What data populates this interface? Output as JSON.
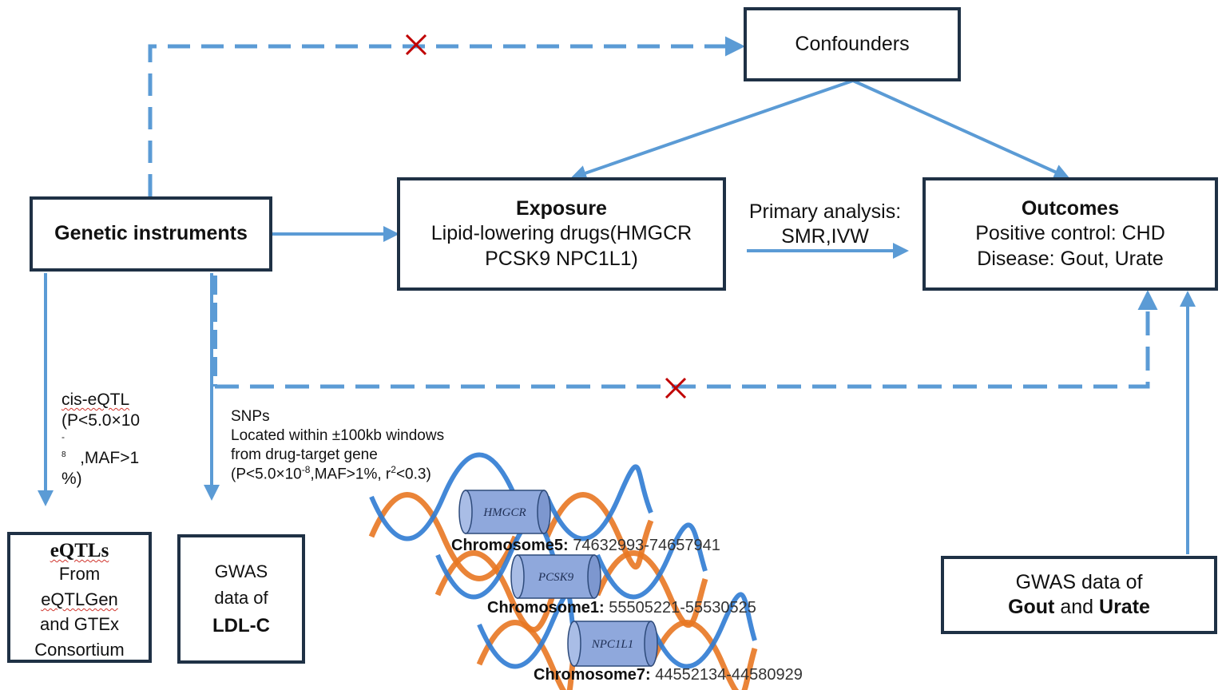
{
  "confounders": {
    "label": "Confounders"
  },
  "genetic_instruments": {
    "label": "Genetic instruments"
  },
  "exposure": {
    "title": "Exposure",
    "line1": "Lipid-lowering drugs(HMGCR",
    "line2": "PCSK9 NPC1L1)"
  },
  "analysis": {
    "line1": "Primary analysis:",
    "line2": "SMR,IVW"
  },
  "outcomes": {
    "title": "Outcomes",
    "line1": "Positive control: CHD",
    "line2": "Disease:  Gout, Urate"
  },
  "eqtl_criteria": {
    "line1": "cis-eQTL",
    "line2": "(P<5.0×10",
    "line3": "-",
    "line4_sup": "8",
    "line4": ",MAF>1",
    "line5": "%)"
  },
  "snp_criteria": {
    "line1": "SNPs",
    "line2": "Located within ±100kb windows",
    "line3": "from drug-target gene",
    "line4_a": "(P<5.0×10",
    "line4_sup": "-8",
    "line4_b": ",MAF>1%, r",
    "line4_sup2": "2",
    "line4_c": "<0.3)"
  },
  "eqtls_box": {
    "title": "eQTLs",
    "line1": "From",
    "line2": "eQTLGen",
    "line3": "and GTEx",
    "line4": "Consortium"
  },
  "gwas_ldl_box": {
    "line1": "GWAS",
    "line2": "data of",
    "line3": "LDL-C"
  },
  "gwas_gout_box": {
    "line1": "GWAS data of",
    "gout": "Gout",
    "and": "and",
    "urate": "Urate"
  },
  "genes": [
    {
      "gene": "HMGCR",
      "chrom_label": "Chromosome5:",
      "range": "74632993-74657941"
    },
    {
      "gene": "PCSK9",
      "chrom_label": "Chromosome1:",
      "range": "55505221-55530525"
    },
    {
      "gene": "NPC1L1",
      "chrom_label": "Chromosome7:",
      "range": "44552134-44580929"
    }
  ],
  "colors": {
    "arrow": "#5b9bd5",
    "box_border": "#1f3145",
    "cross": "#c00000",
    "helix_orange": "#e87722",
    "helix_blue": "#2f7bd3",
    "gene_fill": "#8fa8dc"
  }
}
